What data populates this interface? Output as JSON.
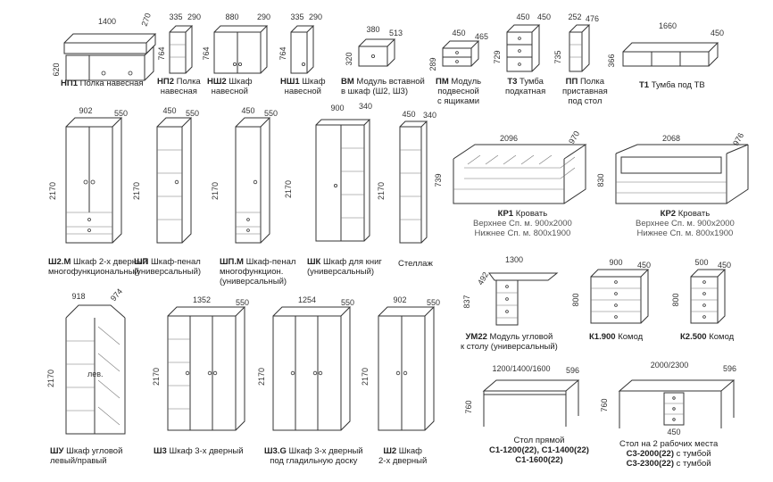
{
  "items": {
    "np1": {
      "code": "НП1",
      "name": "Полка навесная",
      "w": "1400",
      "d": "270",
      "h": "620"
    },
    "np2": {
      "code": "НП2",
      "name1": "Полка",
      "name2": "навесная",
      "w": "335",
      "d": "290",
      "h": "764"
    },
    "nsh2": {
      "code": "НШ2",
      "name1": "Шкаф",
      "name2": "навесной",
      "w": "880",
      "d": "290",
      "h": "764"
    },
    "nsh1": {
      "code": "НШ1",
      "name1": "Шкаф",
      "name2": "навесной",
      "w": "335",
      "d": "290",
      "h": "764"
    },
    "vm": {
      "code": "ВМ",
      "name1": "Модуль вставной",
      "name2": "в шкаф (Ш2, Ш3)",
      "w": "380",
      "d": "513",
      "h": "320"
    },
    "pm": {
      "code": "ПМ",
      "name1": "Модуль",
      "name2": "подвесной",
      "name3": "с ящиками",
      "w": "450",
      "d": "465",
      "h": "289"
    },
    "t3": {
      "code": "Т3",
      "name1": "Тумба",
      "name2": "подкатная",
      "w": "450",
      "d": "450",
      "h": "729"
    },
    "pp": {
      "code": "ПП",
      "name1": "Полка",
      "name2": "приставная",
      "name3": "под стол",
      "w": "252",
      "d": "476",
      "h": "735"
    },
    "t1": {
      "code": "Т1",
      "name": "Тумба под ТВ",
      "w": "1660",
      "d": "450",
      "h": "366"
    },
    "sh2m": {
      "code": "Ш2.М",
      "name1": "Шкаф 2-х дверный",
      "name2": "многофункциональный",
      "w": "902",
      "d": "550",
      "h": "2170"
    },
    "shp": {
      "code": "ШП",
      "name1": "Шкаф-пенал",
      "name2": "(универсальный)",
      "w": "450",
      "d": "550",
      "h": "2170"
    },
    "shpm": {
      "code": "ШП.М",
      "name1": "Шкаф-пенал",
      "name2": "многофункцион.",
      "name3": "(универсальный)",
      "w": "450",
      "d": "550",
      "h": "2170"
    },
    "shk": {
      "code": "ШК",
      "name1": "Шкаф для книг",
      "name2": "(универсальный)",
      "w": "900",
      "d": "340",
      "h": "2170"
    },
    "stel": {
      "name": "Стеллаж",
      "w": "450",
      "d": "340",
      "h": "2170"
    },
    "kr1": {
      "code": "КР1",
      "name": "Кровать",
      "l1": "Верхнее Сп. м. 900x2000",
      "l2": "Нижнее Сп. м. 800x1900",
      "w": "2096",
      "d": "970",
      "h": "739"
    },
    "kr2": {
      "code": "КР2",
      "name": "Кровать",
      "l1": "Верхнее Сп. м. 900x2000",
      "l2": "Нижнее Сп. м. 800x1900",
      "w": "2068",
      "d": "976",
      "h": "830"
    },
    "um22": {
      "code": "УМ22",
      "name1": "Модуль угловой",
      "name2": "к столу (универсальный)",
      "w": "1300",
      "d": "492",
      "h": "837"
    },
    "k1900": {
      "code": "К1.900",
      "name": "Комод",
      "w": "900",
      "d": "450",
      "h": "800"
    },
    "k2500": {
      "code": "К2.500",
      "name": "Комод",
      "w": "500",
      "d": "450",
      "h": "800"
    },
    "shu": {
      "code": "ШУ",
      "name1": "Шкаф угловой",
      "name2": "левый/правый",
      "w": "918",
      "d": "974",
      "h": "2170",
      "side": "лев."
    },
    "sh3": {
      "code": "Ш3",
      "name": "Шкаф 3-х дверный",
      "w": "1352",
      "d": "550",
      "h": "2170"
    },
    "sh3g": {
      "code": "Ш3.G",
      "name1": "Шкаф 3-х дверный",
      "name2": "под гладильную доску",
      "w": "1254",
      "d": "550",
      "h": "2170"
    },
    "sh2": {
      "code": "Ш2",
      "name1": "Шкаф",
      "name2": "2-х дверный",
      "w": "902",
      "d": "550",
      "h": "2170"
    },
    "s1": {
      "title": "Стол прямой",
      "m1": "С1-1200(22), С1-1400(22)",
      "m2": "С1-1600(22)",
      "w": "1200/1400/1600",
      "d": "596",
      "h": "760"
    },
    "s3": {
      "title": "Стол на 2 рабочих места",
      "m1": "С3-2000(22)",
      "m1s": " с тумбой",
      "m2": "С3-2300(22)",
      "m2s": " с тумбой",
      "w": "2000/2300",
      "d": "596",
      "h": "760",
      "sw": "450"
    }
  }
}
